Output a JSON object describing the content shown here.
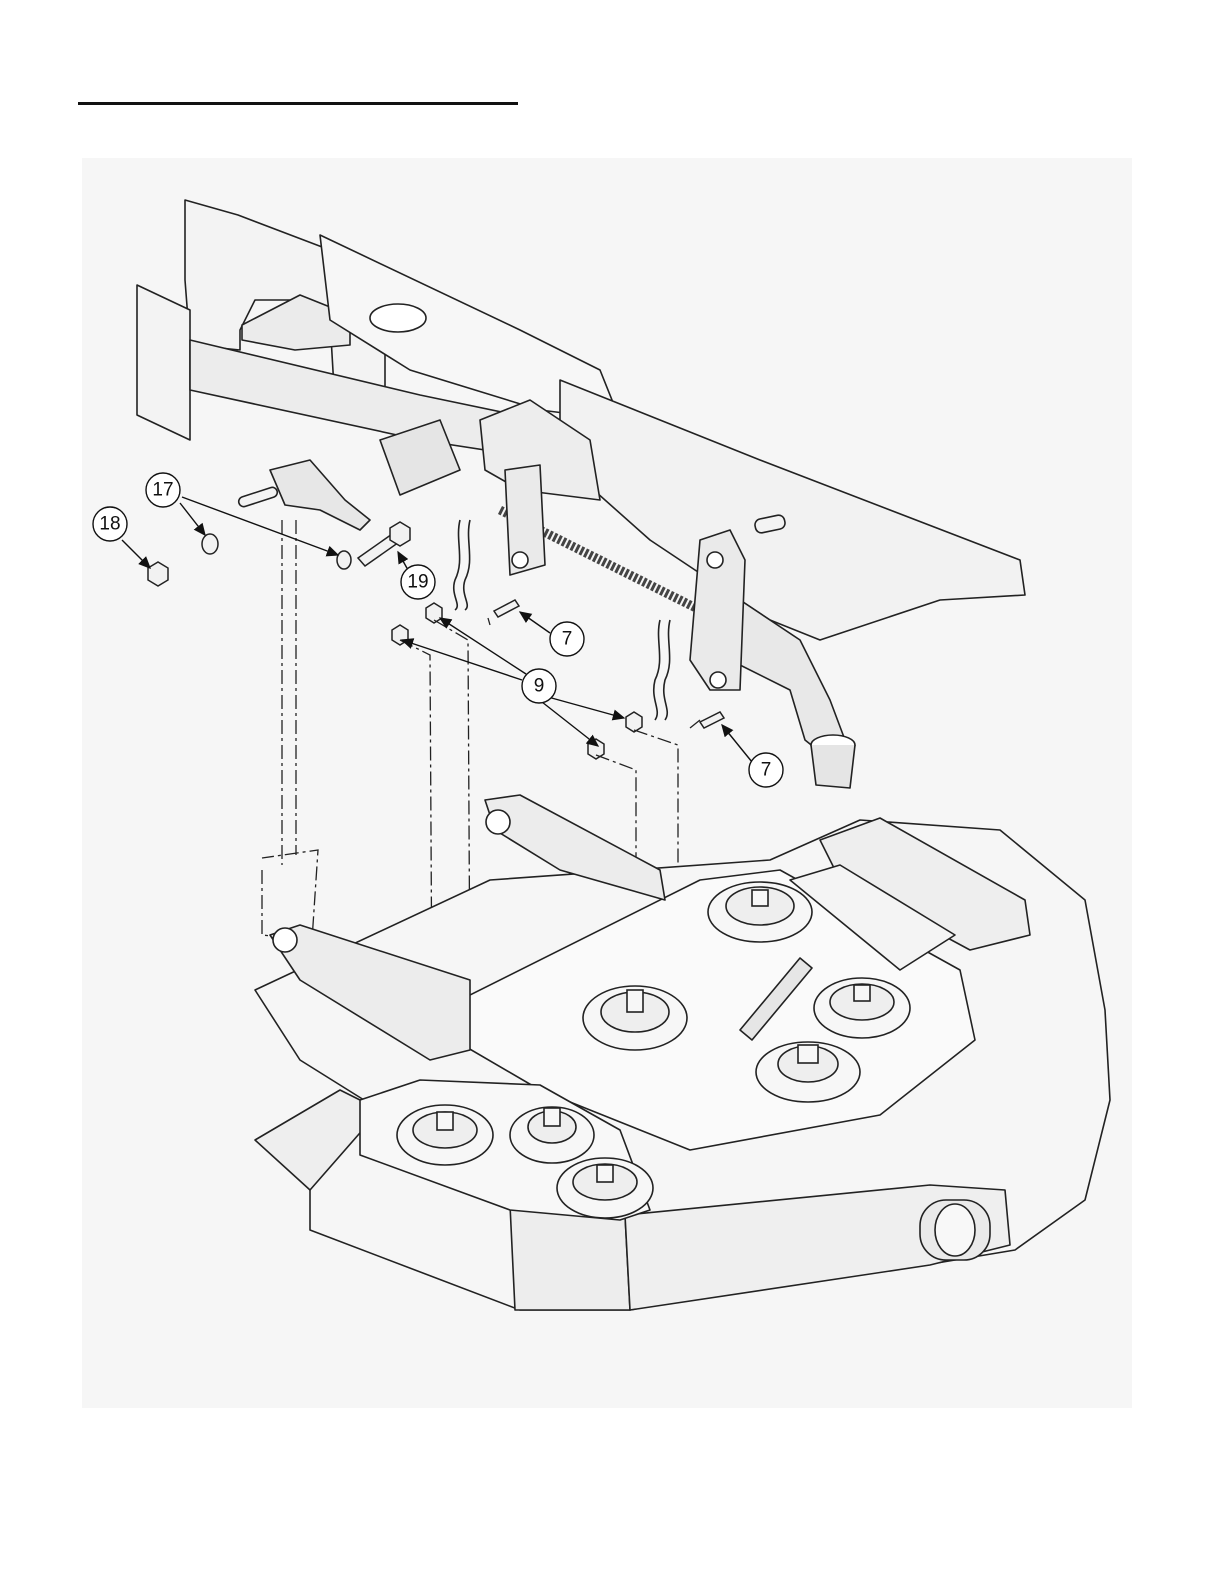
{
  "figure": {
    "type": "exploded-parts-diagram",
    "callouts": [
      {
        "id": "c18",
        "label": "18"
      },
      {
        "id": "c17",
        "label": "17"
      },
      {
        "id": "c19",
        "label": "19"
      },
      {
        "id": "c7a",
        "label": "7"
      },
      {
        "id": "c9",
        "label": "9"
      },
      {
        "id": "c7b",
        "label": "7"
      }
    ]
  }
}
